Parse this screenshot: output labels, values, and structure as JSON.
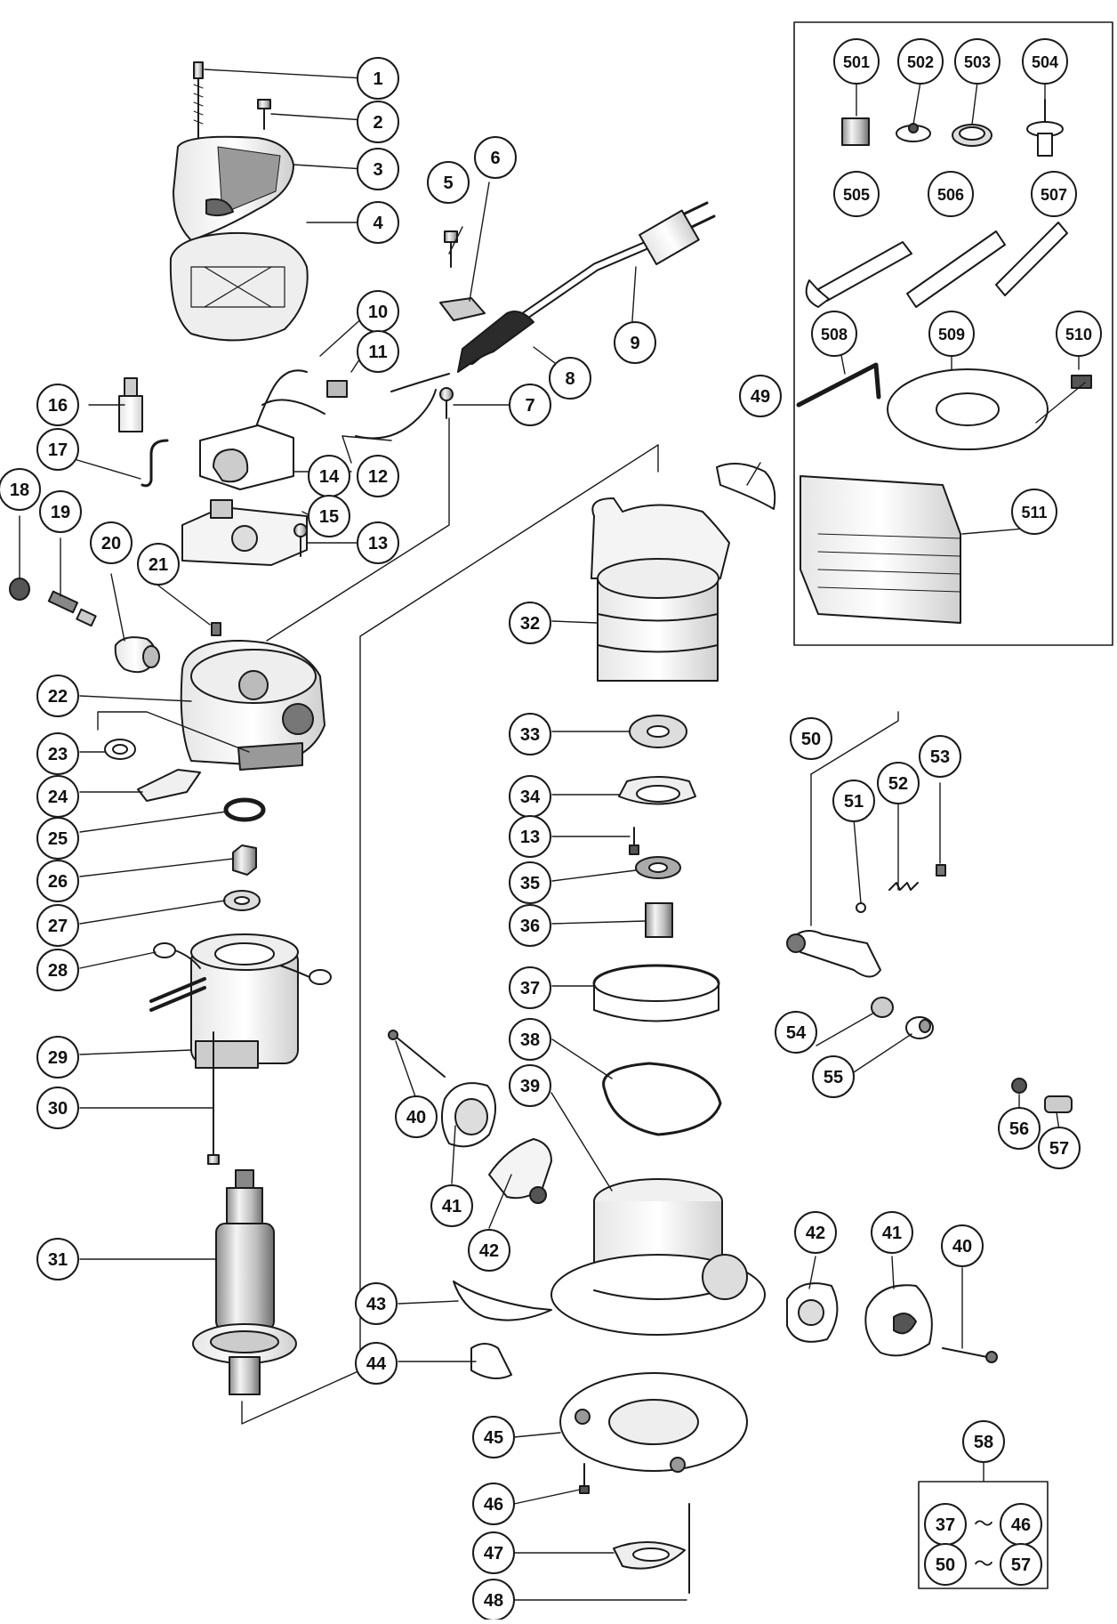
{
  "diagram": {
    "callouts": [
      {
        "id": "c1",
        "label": "1"
      },
      {
        "id": "c2",
        "label": "2"
      },
      {
        "id": "c3",
        "label": "3"
      },
      {
        "id": "c4",
        "label": "4"
      },
      {
        "id": "c5",
        "label": "5"
      },
      {
        "id": "c6",
        "label": "6"
      },
      {
        "id": "c7",
        "label": "7"
      },
      {
        "id": "c8",
        "label": "8"
      },
      {
        "id": "c9",
        "label": "9"
      },
      {
        "id": "c10",
        "label": "10"
      },
      {
        "id": "c11",
        "label": "11"
      },
      {
        "id": "c12",
        "label": "12"
      },
      {
        "id": "c13a",
        "label": "13"
      },
      {
        "id": "c14",
        "label": "14"
      },
      {
        "id": "c15",
        "label": "15"
      },
      {
        "id": "c16",
        "label": "16"
      },
      {
        "id": "c17",
        "label": "17"
      },
      {
        "id": "c18",
        "label": "18"
      },
      {
        "id": "c19",
        "label": "19"
      },
      {
        "id": "c20",
        "label": "20"
      },
      {
        "id": "c21",
        "label": "21"
      },
      {
        "id": "c22",
        "label": "22"
      },
      {
        "id": "c23",
        "label": "23"
      },
      {
        "id": "c24",
        "label": "24"
      },
      {
        "id": "c25",
        "label": "25"
      },
      {
        "id": "c26",
        "label": "26"
      },
      {
        "id": "c27",
        "label": "27"
      },
      {
        "id": "c28",
        "label": "28"
      },
      {
        "id": "c29",
        "label": "29"
      },
      {
        "id": "c30",
        "label": "30"
      },
      {
        "id": "c31",
        "label": "31"
      },
      {
        "id": "c32",
        "label": "32"
      },
      {
        "id": "c33",
        "label": "33"
      },
      {
        "id": "c34",
        "label": "34"
      },
      {
        "id": "c13b",
        "label": "13"
      },
      {
        "id": "c35",
        "label": "35"
      },
      {
        "id": "c36",
        "label": "36"
      },
      {
        "id": "c37",
        "label": "37"
      },
      {
        "id": "c38",
        "label": "38"
      },
      {
        "id": "c39",
        "label": "39"
      },
      {
        "id": "c40a",
        "label": "40"
      },
      {
        "id": "c41a",
        "label": "41"
      },
      {
        "id": "c42a",
        "label": "42"
      },
      {
        "id": "c43",
        "label": "43"
      },
      {
        "id": "c44",
        "label": "44"
      },
      {
        "id": "c45",
        "label": "45"
      },
      {
        "id": "c46",
        "label": "46"
      },
      {
        "id": "c47",
        "label": "47"
      },
      {
        "id": "c48",
        "label": "48"
      },
      {
        "id": "c49",
        "label": "49"
      },
      {
        "id": "c50",
        "label": "50"
      },
      {
        "id": "c51",
        "label": "51"
      },
      {
        "id": "c52",
        "label": "52"
      },
      {
        "id": "c53",
        "label": "53"
      },
      {
        "id": "c54",
        "label": "54"
      },
      {
        "id": "c55",
        "label": "55"
      },
      {
        "id": "c56",
        "label": "56"
      },
      {
        "id": "c57",
        "label": "57"
      },
      {
        "id": "c42b",
        "label": "42"
      },
      {
        "id": "c41b",
        "label": "41"
      },
      {
        "id": "c40b",
        "label": "40"
      },
      {
        "id": "c501",
        "label": "501"
      },
      {
        "id": "c502",
        "label": "502"
      },
      {
        "id": "c503",
        "label": "503"
      },
      {
        "id": "c504",
        "label": "504"
      },
      {
        "id": "c505",
        "label": "505"
      },
      {
        "id": "c506",
        "label": "506"
      },
      {
        "id": "c507",
        "label": "507"
      },
      {
        "id": "c508",
        "label": "508"
      },
      {
        "id": "c509",
        "label": "509"
      },
      {
        "id": "c510",
        "label": "510"
      },
      {
        "id": "c511",
        "label": "511"
      },
      {
        "id": "c58",
        "label": "58"
      }
    ],
    "kit_box": {
      "row1": {
        "from": "37",
        "sep": "〜",
        "to": "46"
      },
      "row2": {
        "from": "50",
        "sep": "〜",
        "to": "57"
      }
    },
    "colors": {
      "line": "#1a1a1a",
      "fill_light": "#f2f2f2",
      "fill_mid": "#d8d8d8",
      "fill_dark": "#9a9a9a"
    }
  }
}
